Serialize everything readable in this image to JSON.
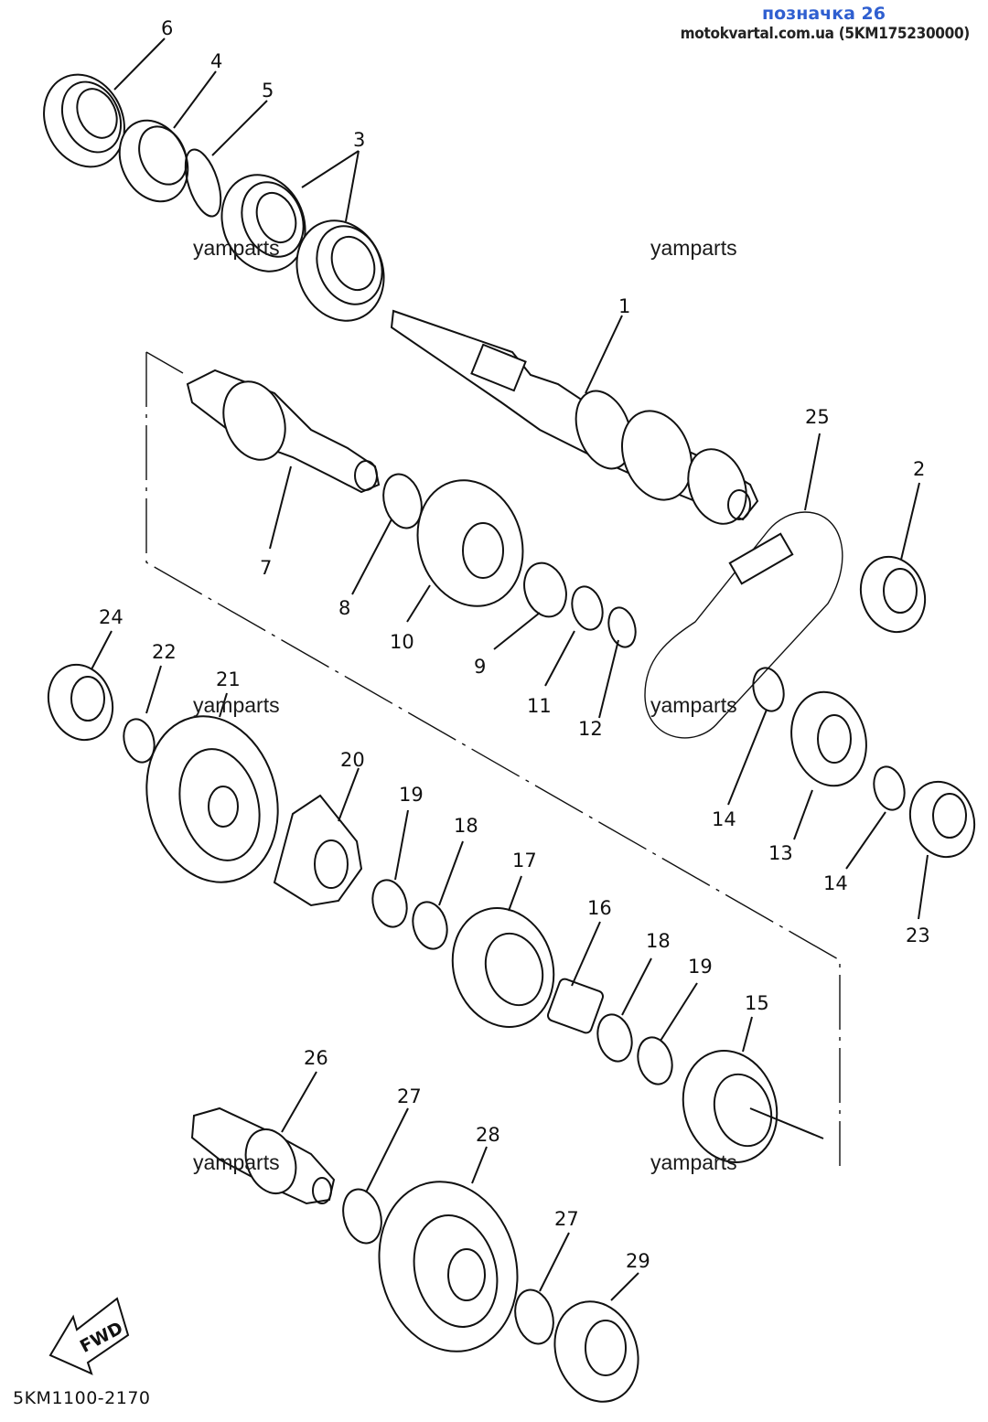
{
  "header": {
    "badge": "позначка 26",
    "source": "motokvartal.com.ua (5KM175230000)"
  },
  "watermark": "yamparts",
  "reference_code": "5KM1100-2170",
  "fwd_label": "FWD",
  "callouts": [
    "1",
    "2",
    "3",
    "4",
    "5",
    "6",
    "7",
    "8",
    "9",
    "10",
    "11",
    "12",
    "13",
    "14",
    "14",
    "15",
    "16",
    "17",
    "18",
    "18",
    "19",
    "19",
    "20",
    "21",
    "22",
    "23",
    "24",
    "25",
    "26",
    "27",
    "27",
    "28",
    "29"
  ],
  "colors": {
    "badge": "#2f5fd0",
    "ink": "#111111"
  }
}
